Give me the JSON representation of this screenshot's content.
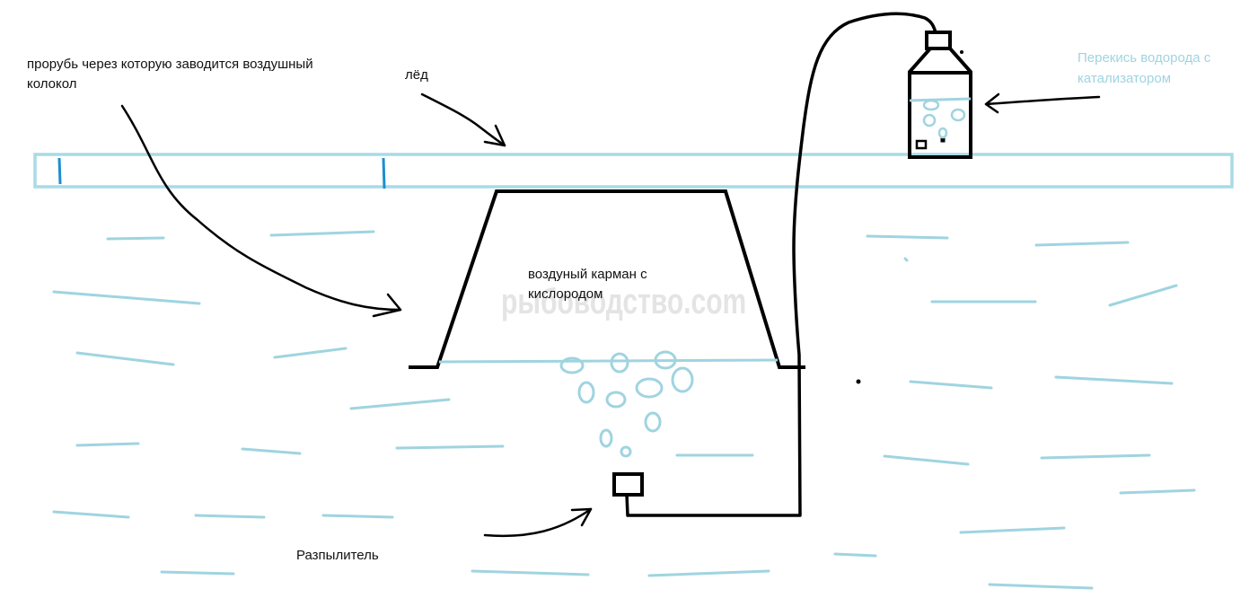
{
  "labels": {
    "ice_hole": [
      "прорубь через которую заводится воздушный",
      "колокол"
    ],
    "ice": "лёд",
    "air_pocket": [
      "воздуный карман с",
      "кислородом"
    ],
    "sprayer": "Разпылитель",
    "peroxide": [
      "Перекись водорода с",
      "катализатором"
    ]
  },
  "watermark": "рыбоводство.com",
  "colors": {
    "ink": "#000000",
    "ice": "#a8dbe6",
    "ice_hole_mark": "#1a8fd0",
    "water": "#9fd4e0",
    "bubble": "#9fd4e0",
    "peroxide_text": "#9fd4e0"
  }
}
